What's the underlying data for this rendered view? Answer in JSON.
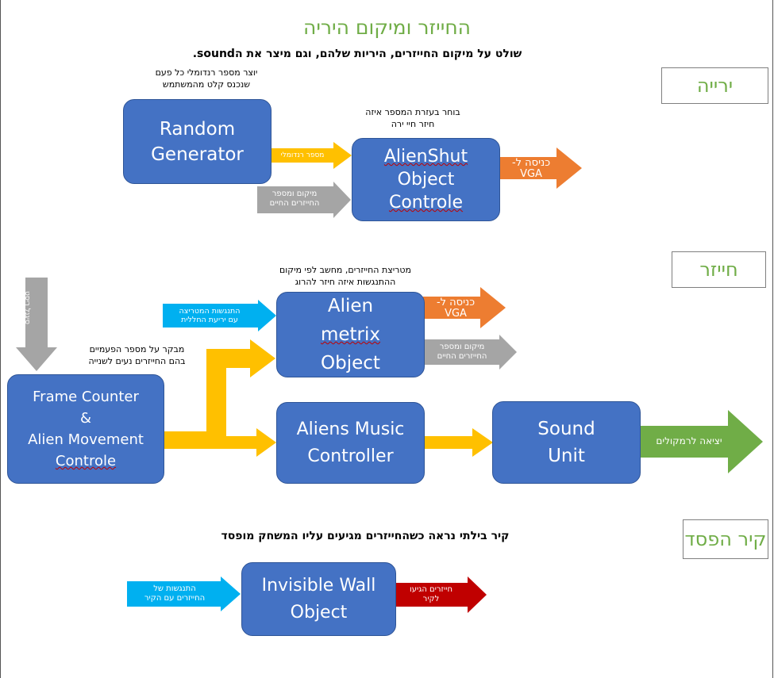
{
  "header": {
    "title": "החייזר ומיקום היריה",
    "subtitle": "שולט על מיקום החייזרים, היריות שלהם, וגם מיצר את הsound."
  },
  "sections": {
    "shot": "ירייה",
    "alien": "חייזר",
    "wall": "קיר הפסד"
  },
  "notes": {
    "random_gen": "יוצר מספר רנדומלי כל פעם\nשנכנס קלט מהמשתמש",
    "alienshut": "בוחר בעזרת המספר איזה\nחיזר חיי ירה",
    "matrix": "מטריצת החייזרים, מחשב לפי מיקום\nההתנגשות איזה חיזר להרוג",
    "frame_counter": "מבקר על מספר הפעמיים\nבהם החייזרים נעים לשנייה",
    "wall": "קיר בילתי נראה כשהחייזרים מגיעים עליו המשחק מופסד"
  },
  "boxes": {
    "random_generator": "Random\nGenerator",
    "alienshut_line1": "AlienShut",
    "alienshut_line2": "Object",
    "alienshut_line3": "Controle",
    "alien_matrix_line1a": "Alien ",
    "alien_matrix_line1b": "metrix",
    "alien_matrix_line2": "Object",
    "frame_counter_line1": "Frame Counter",
    "frame_counter_line2": "&",
    "frame_counter_line3": "Alien Movement",
    "frame_counter_line4": "Controle",
    "aliens_music": "Aliens Music\nController",
    "sound_unit": "Sound\nUnit",
    "invisible_wall": "Invisible Wall\nObject"
  },
  "arrows": {
    "random_number": "מספר רנדומלי",
    "alive_aliens_in": "מיקום ומספר\nהחייזרים החיים",
    "vga_entry_1": "כניסה ל-\nVGA",
    "matrix_collision": "התנגשות המטריצה\nעם יריעת החללית",
    "vga_entry_2": "כניסה ל-\nVGA",
    "alive_aliens_out": "מיקום ומספר\nהחייזרים החיים",
    "reset_signal": "סיגנל ריסט",
    "speakers_out": "יציאה לרמקולים",
    "wall_collision": "התנגשות של\nהחייזרים עם הקיר",
    "aliens_reached_wall": "חייזרים הגיעו\nלקיר"
  },
  "colors": {
    "title_green": "#70ad47",
    "box_blue": "#4472c4",
    "arrow_yellow": "#ffc000",
    "arrow_gray": "#a5a5a5",
    "arrow_orange": "#ed7d31",
    "arrow_cyan": "#00b0f0",
    "arrow_red": "#c00000",
    "arrow_green": "#70ad47"
  }
}
